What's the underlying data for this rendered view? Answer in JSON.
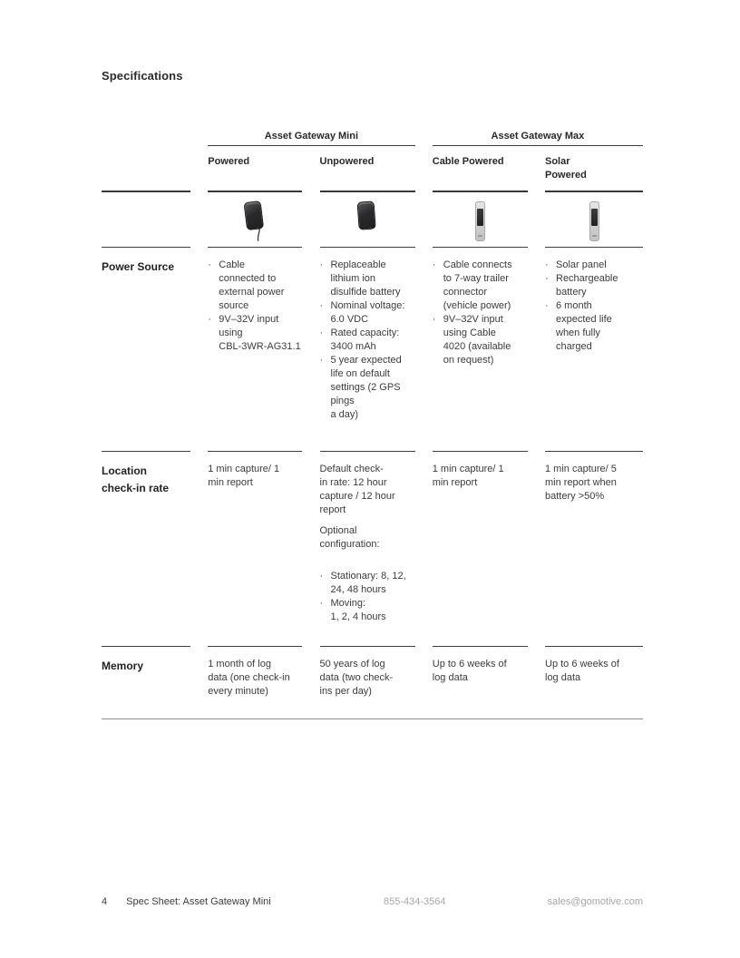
{
  "colors": {
    "rule_dark": "#38383a",
    "rule_light": "#8e8e8e",
    "text_primary": "#232325",
    "text_body": "#3c3c3e",
    "footer_muted": "#a7a7a9",
    "device_dark": "#232325",
    "device_light": "#d6d6d4"
  },
  "title": "Specifications",
  "bullet_char": "·",
  "table": {
    "groups": [
      "Asset Gateway Mini",
      "Asset Gateway Max"
    ],
    "columns": [
      "Powered",
      "Unpowered",
      "Cable Powered",
      "Solar\nPowered"
    ],
    "rows": {
      "power_source": {
        "label": "Power Source",
        "powered": [
          "Cable\nconnected to\nexternal power\nsource",
          "9V–32V input\nusing\nCBL-3WR-AG31.1"
        ],
        "unpowered": [
          "Replaceable\nlithium ion\ndisulfide battery",
          "Nominal voltage:\n6.0 VDC",
          "Rated capacity:\n3400 mAh",
          "5 year expected\nlife on default\nsettings (2 GPS\npings\na day)"
        ],
        "cable_powered": [
          "Cable connects\nto 7-way trailer\nconnector\n(vehicle power)",
          "9V–32V input\nusing Cable\n4020 (available\non request)"
        ],
        "solar_powered": [
          "Solar panel",
          "Rechargeable\nbattery",
          "6 month\nexpected life\nwhen fully\ncharged"
        ]
      },
      "location": {
        "label": "Location\ncheck-in rate",
        "powered": "1 min capture/ 1\nmin report",
        "unpowered_intro": "Default check-\nin rate: 12 hour\ncapture / 12 hour\nreport",
        "unpowered_optional": "Optional\nconfiguration:",
        "unpowered_bullets": [
          "Stationary: 8, 12,\n24, 48 hours",
          "Moving:\n1, 2, 4 hours"
        ],
        "cable_powered": "1 min capture/ 1\nmin report",
        "solar_powered": "1 min capture/ 5\nmin report when\nbattery >50%"
      },
      "memory": {
        "label": "Memory",
        "powered": "1 month of log\ndata (one check-in\nevery minute)",
        "unpowered": "50 years of log\ndata (two check-\nins per day)",
        "cable_powered": "Up to 6 weeks of\nlog data",
        "solar_powered": "Up to 6 weeks of\nlog data"
      }
    }
  },
  "footer": {
    "page_number": "4",
    "doc_title": "Spec Sheet: Asset Gateway Mini",
    "phone": "855-434-3564",
    "email": "sales@gomotive.com"
  }
}
